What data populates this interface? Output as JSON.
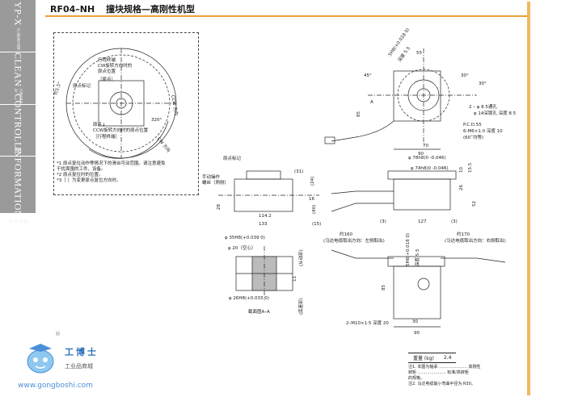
{
  "sidebar": {
    "tabs": [
      {
        "big": "YP-X",
        "small": "产品型号说明"
      },
      {
        "big": "CLEAN",
        "small": "洁净型系列"
      },
      {
        "big": "CONTROLLER",
        "small": "控制器"
      },
      {
        "big": "INFORMATION",
        "small": "技术资料"
      }
    ]
  },
  "header": {
    "model": "RF04–NH",
    "title": "撞块规格—高刚性机型"
  },
  "left_diagram": {
    "labels": [
      "行程终端",
      "CW旋转方向时的",
      "原点位置",
      "［原点］",
      "原点标记",
      "原点↓",
      "CCW旋转方向时的原点位置",
      "［行程终端］"
    ],
    "dims": [
      "约1.5°",
      "320°",
      "CCW 方向",
      "CW 方向"
    ]
  },
  "notes": [
    "*1 原点复位动作等情况下的滑台可动范围。请注意避免",
    "   干扰周围的工件、设备。",
    "*2 原点复位时的位置。",
    "*3［ ］为变更原点复位方向时。"
  ],
  "top_right": {
    "dims": [
      "5H8(+0.018 0)",
      "深度 5.5",
      "55",
      "30°",
      "30°",
      "45°",
      "85",
      "90",
      "70",
      "2 – φ 8.5通孔",
      "φ 14深锪孔 深度 8.5",
      "P.C.D.55",
      "6-M6×1.0 深度 10",
      "(60˚均等)"
    ],
    "section_mark": "A"
  },
  "middle": {
    "labels": [
      "原点标记",
      "手动操作",
      "螺丝（两侧）"
    ],
    "dims": [
      "(31)",
      "(24)",
      "28",
      "114.2",
      "133",
      "(40)",
      "(15)",
      "16",
      "φ 78h8(0 -0.046)",
      "φ 74h8(0 -0.046)",
      "10",
      "15.5",
      "26",
      "52",
      "(3)",
      "127",
      "(3)"
    ]
  },
  "section": {
    "dims": [
      "φ 35H8(+0.039 0)",
      "φ 20（空心）",
      "φ 26H8(+0.033 0)",
      "(从动部)",
      "11",
      "(底座部)"
    ],
    "caption": "截面图A–A"
  },
  "bottom_right": {
    "dims": [
      "约160",
      "(马达电缆取出方向：左侧取出)",
      "约170",
      "(马达电缆取出方向：右侧取出)",
      "5H8(+0.018 0)",
      "深度 5.5",
      "85",
      "2–M10×1.5 深度 20",
      "30",
      "90"
    ]
  },
  "weight_table": {
    "label": "重量 (kg)",
    "value": "2.4"
  },
  "footnotes": [
    "注1. 本图为轴承 ………………… 高刚性",
    "       转矩 ………………… 标准/高转矩",
    "     的规格。",
    "注2. 马达电缆最小弯曲半径为 R30。"
  ],
  "logo": {
    "name": "工博士",
    "sub": "工业品商城",
    "url": "www.gongboshi.com",
    "reg": "®"
  },
  "colors": {
    "accent": "#e8a03a",
    "tab": "#9a9a9a",
    "logo": "#2a6fb8"
  }
}
